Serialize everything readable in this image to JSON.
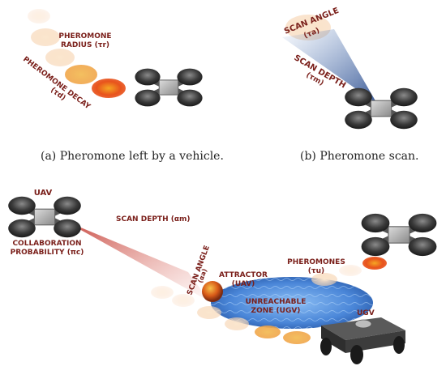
{
  "captions": {
    "a": "(a)  Pheromone left by a vehicle.",
    "b": "(b)  Pheromone scan."
  },
  "panel_a": {
    "pheromone_radius_1": "PHEROMONE",
    "pheromone_radius_2": "RADIUS (τr)",
    "pheromone_decay_1": "PHEROMONE DECAY",
    "pheromone_decay_2": "(τd)"
  },
  "panel_b": {
    "scan_angle_1": "SCAN ANGLE",
    "scan_angle_2": "(τa)",
    "scan_depth_1": "SCAN DEPTH",
    "scan_depth_2": "(τm)"
  },
  "panel_c": {
    "uav": "UAV",
    "scan_depth": "SCAN DEPTH (αm)",
    "collaboration_1": "COLLABORATION",
    "collaboration_2": "PROBABILITY (πc)",
    "scan_angle_1": "SCAN ANGLE",
    "scan_angle_2": "(αa)",
    "attractor_1": "ATTRACTOR",
    "attractor_2": "(UAV)",
    "pheromones_1": "PHEROMONES",
    "pheromones_2": "(τu)",
    "zone_1": "UNREACHABLE",
    "zone_2": "ZONE (UGV)",
    "ugv": "UGV"
  },
  "colors": {
    "label": "#7a1f1a",
    "pheromone_strong": "#e8531c",
    "pheromone_weak": "#f8dcc4",
    "zone": "#4a86d8",
    "cone_blue": "#3b5f9e",
    "cone_red": "#c0342b"
  }
}
